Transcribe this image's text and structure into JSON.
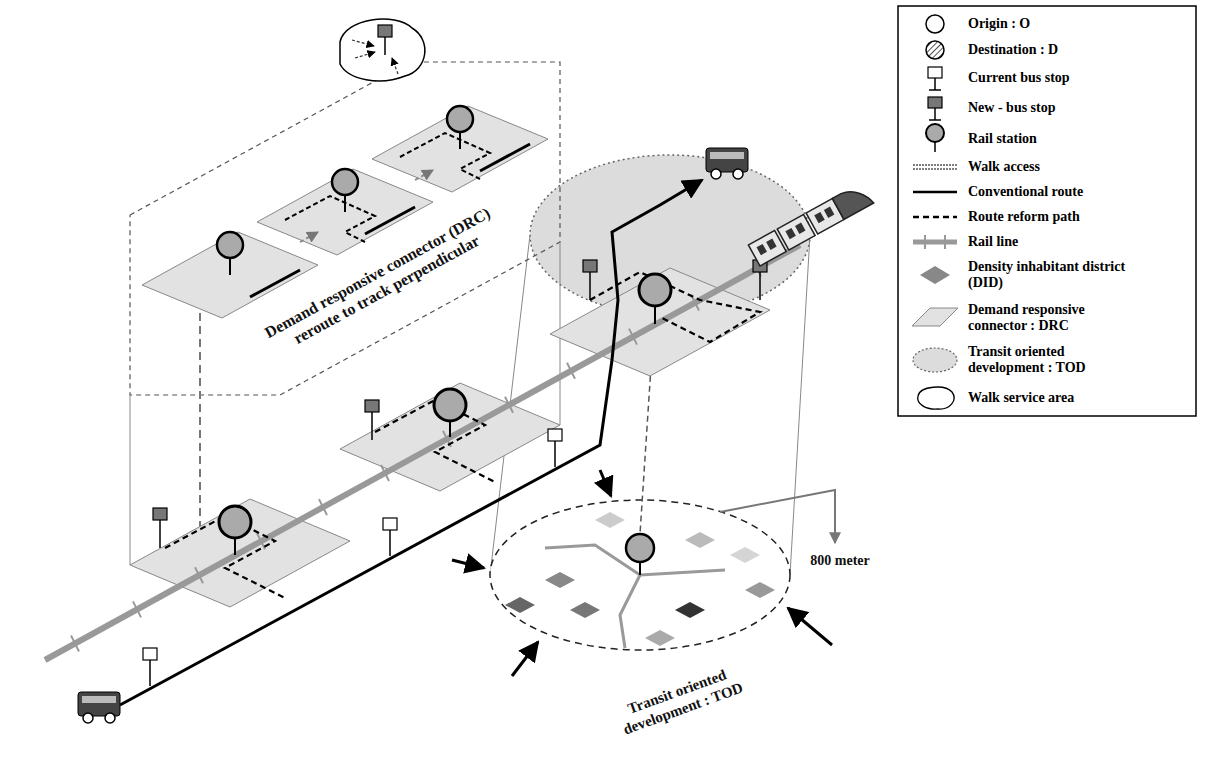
{
  "diagram": {
    "labels": [
      "Demand responsive connector (DRC) reroute to track perpendicular",
      "800 meter",
      "Transit oriented development : TOD"
    ],
    "legend": [
      {
        "text": "Origin : O"
      },
      {
        "text": "Destination : D"
      },
      {
        "text": "Current bus stop"
      },
      {
        "text": "New - bus stop"
      },
      {
        "text": "Rail station"
      },
      {
        "text": "Walk access"
      },
      {
        "text": "Conventional route"
      },
      {
        "text": "Route reform path"
      },
      {
        "text": "Rail line"
      },
      {
        "text": "Density inhabitant district (DID)"
      },
      {
        "text": "Demand responsive connector : DRC"
      },
      {
        "text": "Transit oriented development : TOD"
      },
      {
        "text": "Walk service area"
      }
    ]
  }
}
